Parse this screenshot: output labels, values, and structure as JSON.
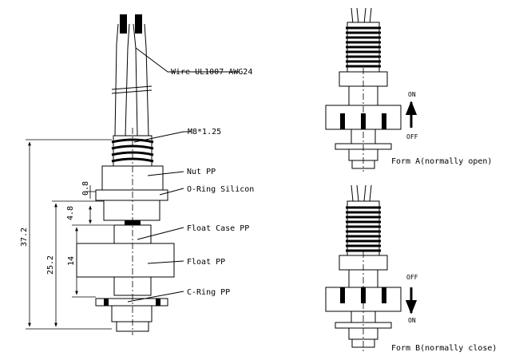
{
  "labels": {
    "wire": "Wire UL1007 AWG24",
    "thread": "M8*1.25",
    "nut": "Nut PP",
    "oring": "O-Ring Silicon",
    "float_case": "Float Case PP",
    "float": "Float  PP",
    "cring": "C-Ring PP"
  },
  "dimensions": {
    "overall": "37.2",
    "lower": "25.2",
    "float_h": "14",
    "gap": "4.8",
    "oring_h": "0.8"
  },
  "form_a": {
    "caption": "Form A(normally open)",
    "top": "ON",
    "bottom": "OFF"
  },
  "form_b": {
    "caption": "Form B(normally close)",
    "top": "OFF",
    "bottom": "ON"
  }
}
